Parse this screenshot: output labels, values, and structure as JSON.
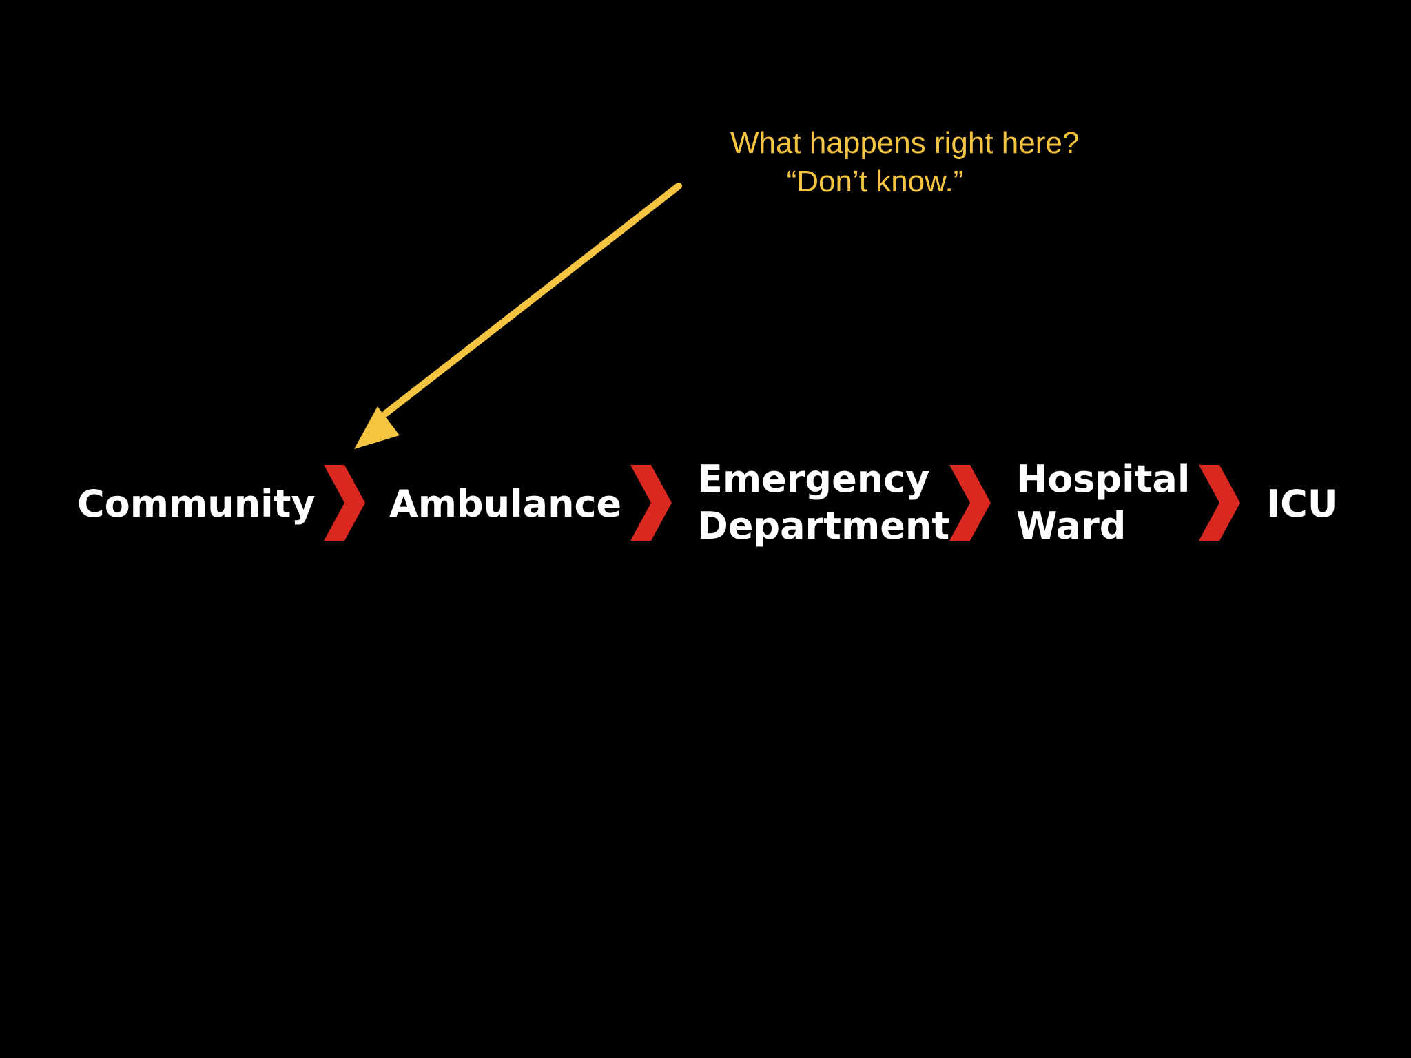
{
  "annotation": {
    "line1": "What happens right here?",
    "line2": "“Don’t know.”",
    "color": "#f5c542"
  },
  "pathway": {
    "stages": [
      {
        "id": "community",
        "lines": [
          "Community"
        ]
      },
      {
        "id": "ambulance",
        "lines": [
          "Ambulance"
        ]
      },
      {
        "id": "emergency-department",
        "lines": [
          "Emergency",
          "Department"
        ]
      },
      {
        "id": "hospital-ward",
        "lines": [
          "Hospital",
          "Ward"
        ]
      },
      {
        "id": "icu",
        "lines": [
          "ICU"
        ]
      }
    ],
    "chevron_color": "#d9281f",
    "label_color": "#ffffff"
  },
  "background_color": "#000000"
}
